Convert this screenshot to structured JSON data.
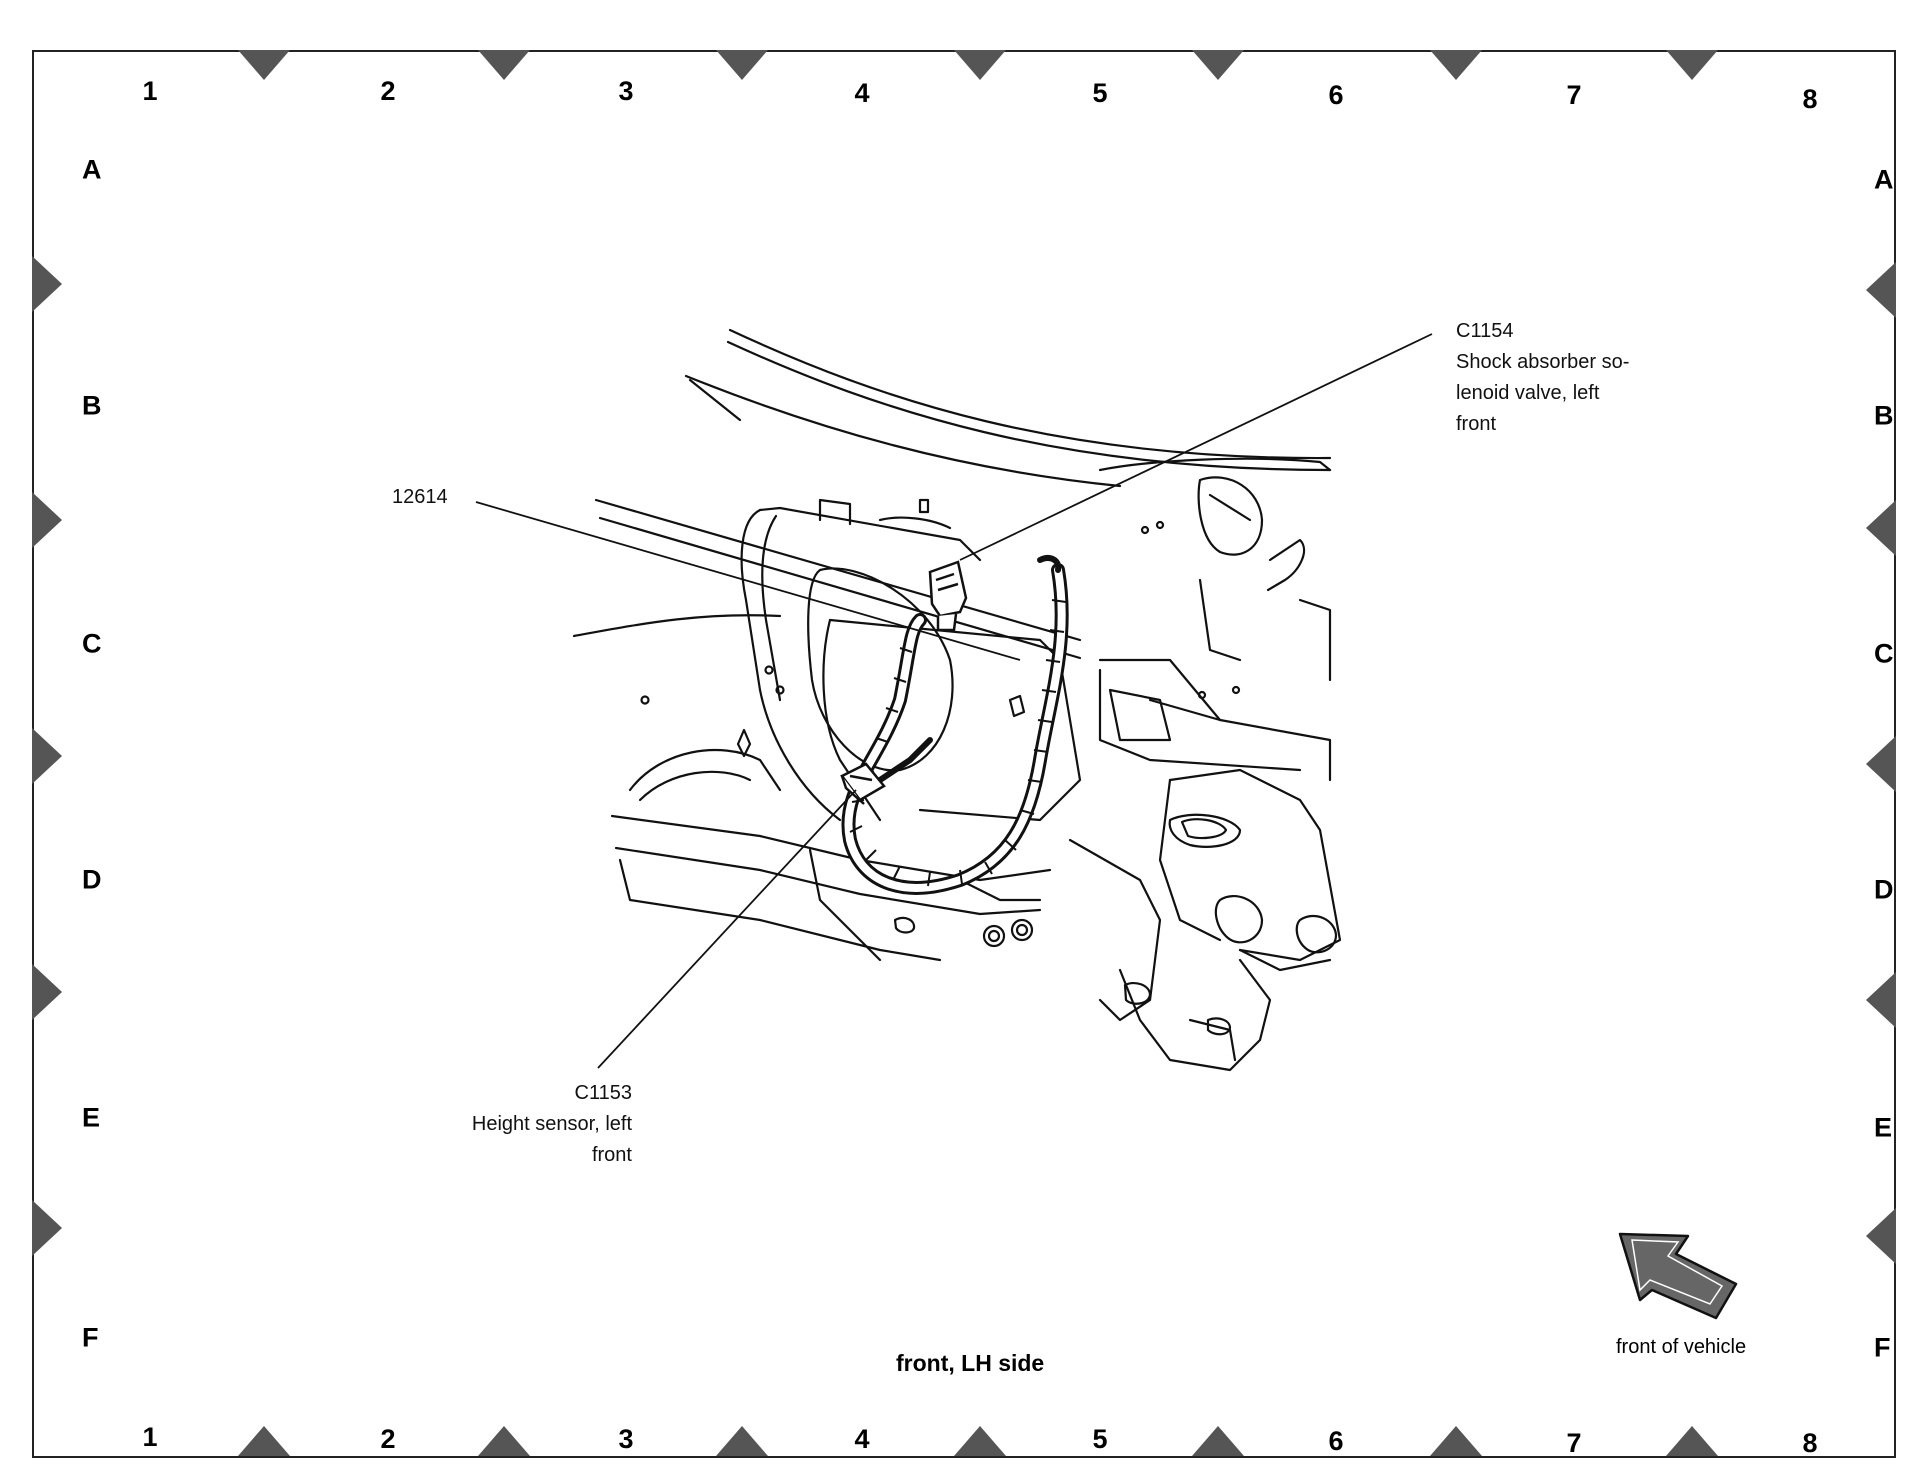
{
  "grid": {
    "columns": [
      "1",
      "2",
      "3",
      "4",
      "5",
      "6",
      "7",
      "8"
    ],
    "rows": [
      "A",
      "B",
      "C",
      "D",
      "E",
      "F"
    ]
  },
  "callouts": {
    "harness": {
      "code": "12614"
    },
    "shock_connector": {
      "code": "C1154",
      "lines": [
        "Shock absorber so-",
        "lenoid valve, left",
        "front"
      ]
    },
    "height_sensor": {
      "code": "C1153",
      "lines": [
        "Height sensor, left",
        "front"
      ]
    }
  },
  "view_caption": "front, LH side",
  "orientation": {
    "label": "front of vehicle",
    "icon": "front-direction-arrow-icon"
  },
  "colors": {
    "line": "#111111",
    "marker": "#555555",
    "arrow_fill": "#666666"
  }
}
